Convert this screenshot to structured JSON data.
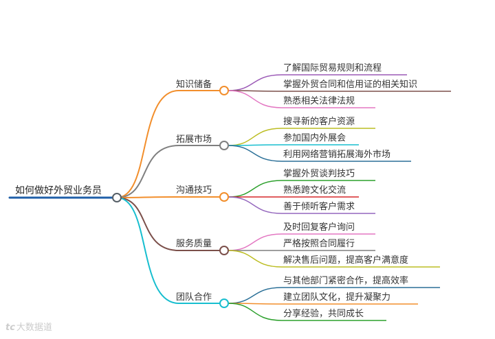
{
  "root": {
    "label": "如何做好外贸业务员",
    "color": "#1f5fa8"
  },
  "branches": [
    {
      "label": "知识储备",
      "color": "#f28e2b",
      "children": [
        {
          "label": "了解国际贸易规则和流程",
          "color": "#9b59b6"
        },
        {
          "label": "掌握外贸合同和信用证的相关知识",
          "color": "#7b4f4a"
        },
        {
          "label": "熟悉相关法律法规",
          "color": "#e377c2"
        }
      ]
    },
    {
      "label": "拓展市场",
      "color": "#7f7f7f",
      "children": [
        {
          "label": "搜寻新的客户资源",
          "color": "#bcbd22"
        },
        {
          "label": "参加国内外展会",
          "color": "#17becf"
        },
        {
          "label": "利用网络营销拓展海外市场",
          "color": "#2a6f97"
        }
      ]
    },
    {
      "label": "沟通技巧",
      "color": "#f28e2b",
      "children": [
        {
          "label": "掌握外贸谈判技巧",
          "color": "#2ca02c"
        },
        {
          "label": "熟悉跨文化交流",
          "color": "#d62728"
        },
        {
          "label": "善于倾听客户需求",
          "color": "#9467bd"
        }
      ]
    },
    {
      "label": "服务质量",
      "color": "#7b4f4a",
      "children": [
        {
          "label": "及时回复客户询问",
          "color": "#e377c2"
        },
        {
          "label": "严格按照合同履行",
          "color": "#7f7f7f"
        },
        {
          "label": "解决售后问题，提高客户满意度",
          "color": "#bcbd22"
        }
      ]
    },
    {
      "label": "团队合作",
      "color": "#17becf",
      "children": [
        {
          "label": "与其他部门紧密合作，提高效率",
          "color": "#2a6f97"
        },
        {
          "label": "建立团队文化，提升凝聚力",
          "color": "#f28e2b"
        },
        {
          "label": "分享经验，共同成长",
          "color": "#2ca02c"
        }
      ]
    }
  ],
  "watermark": {
    "icon": "tc-logo-icon",
    "text": "大数据道"
  }
}
